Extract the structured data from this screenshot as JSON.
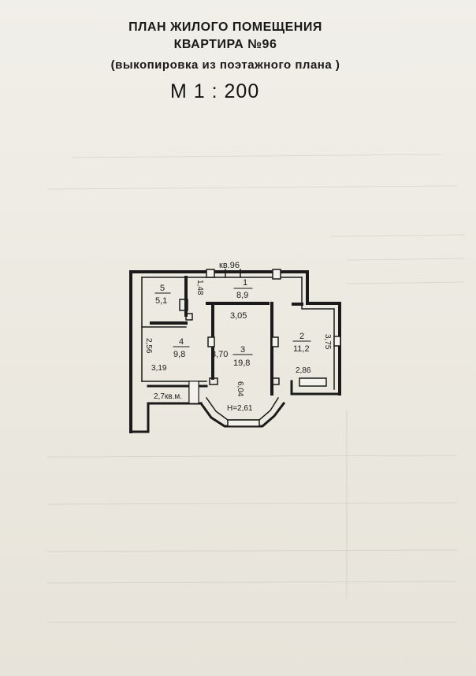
{
  "header": {
    "line1": "ПЛАН  ЖИЛОГО ПОМЕЩЕНИЯ",
    "line2": "КВАРТИРА №96",
    "line3": "(выкопировка из поэтажного плана )",
    "scale": "М 1 : 200"
  },
  "plan": {
    "entrance_label": "кв.96",
    "rooms": [
      {
        "number": "1",
        "area": "8,9"
      },
      {
        "number": "2",
        "area": "11,2"
      },
      {
        "number": "3",
        "area": "19,8"
      },
      {
        "number": "4",
        "area": "9,8"
      },
      {
        "number": "5",
        "area": "5,1"
      }
    ],
    "dimensions": {
      "d148": "1,48",
      "d305": "3,05",
      "d370": "3,70",
      "d256": "2,56",
      "d319": "3,19",
      "d286": "2,86",
      "d375": "3,75",
      "d604": "6,04"
    },
    "height": "Н=2,61",
    "balcony": "2,7кв.м."
  }
}
